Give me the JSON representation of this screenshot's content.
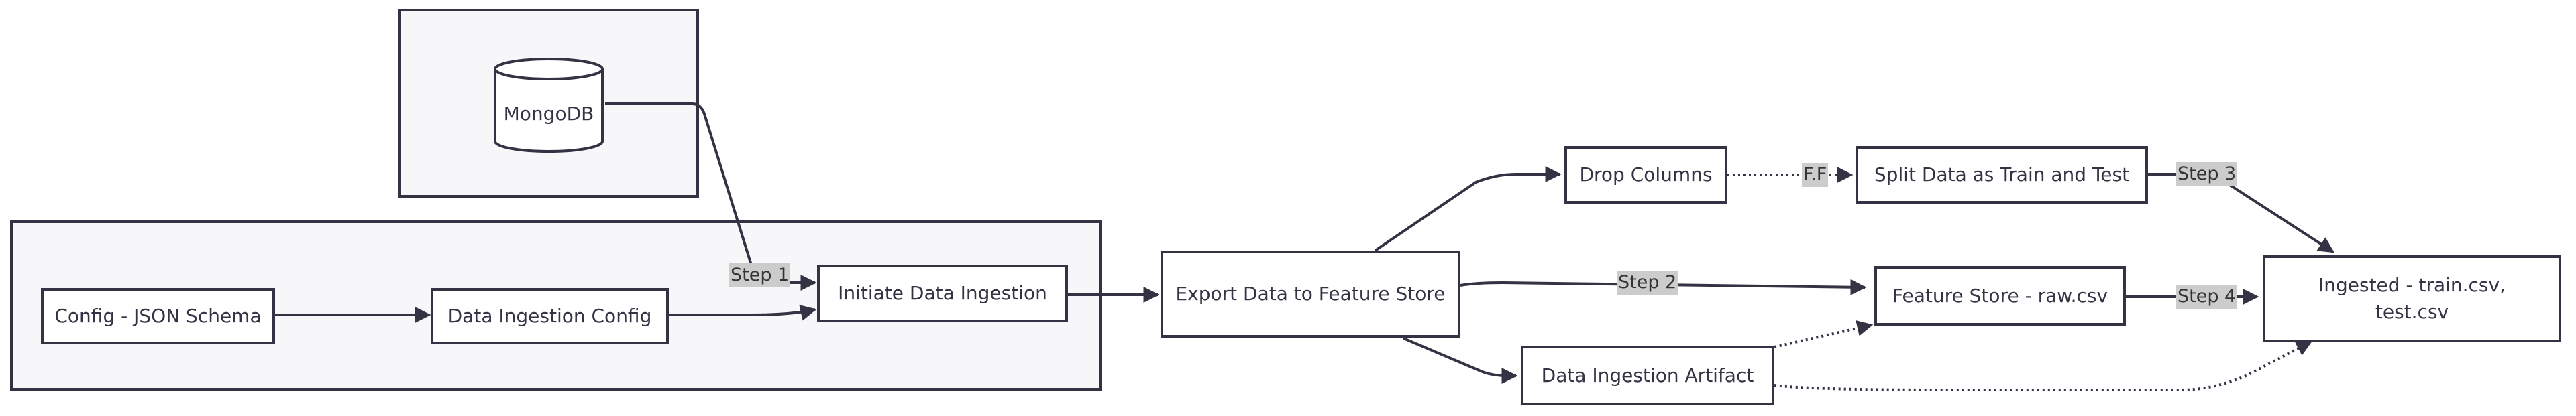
{
  "nodes": {
    "mongodb": "MongoDB",
    "config_schema": "Config - JSON Schema",
    "ingestion_config": "Data Ingestion Config",
    "initiate_ingestion": "Initiate Data Ingestion",
    "export_feature_store": "Export Data to Feature Store",
    "drop_columns": "Drop Columns",
    "split_data": "Split Data as Train and Test",
    "feature_store_raw": "Feature Store - raw.csv",
    "ingestion_artifact": "Data Ingestion Artifact",
    "ingested": "Ingested - train.csv, test.csv"
  },
  "edge_labels": {
    "step1": "Step 1",
    "step2": "Step 2",
    "step3": "Step 3",
    "step4": "Step 4",
    "ff": "F.F"
  },
  "colors": {
    "line": "#333344",
    "cluster_fill": "#f7f7fa",
    "label_bg": "#cccccc"
  }
}
